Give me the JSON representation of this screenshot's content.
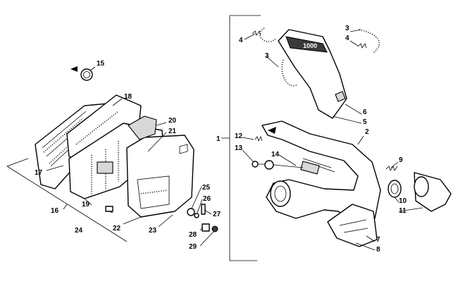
{
  "diagram": {
    "callouts": {
      "c1": "1",
      "c2": "2",
      "c3a": "3",
      "c3b": "3",
      "c4a": "4",
      "c4b": "4",
      "c5": "5",
      "c6": "6",
      "c7": "7",
      "c8": "8",
      "c9": "9",
      "c10": "10",
      "c11": "11",
      "c12": "12",
      "c13": "13",
      "c14": "14",
      "c15": "15",
      "c16": "16",
      "c17": "17",
      "c18": "18",
      "c19": "19",
      "c20": "20",
      "c21": "21",
      "c22": "22",
      "c23": "23",
      "c24": "24",
      "c25": "25",
      "c26": "26",
      "c27": "27",
      "c28": "28",
      "c29": "29"
    },
    "shield_logo_text": "1000"
  }
}
